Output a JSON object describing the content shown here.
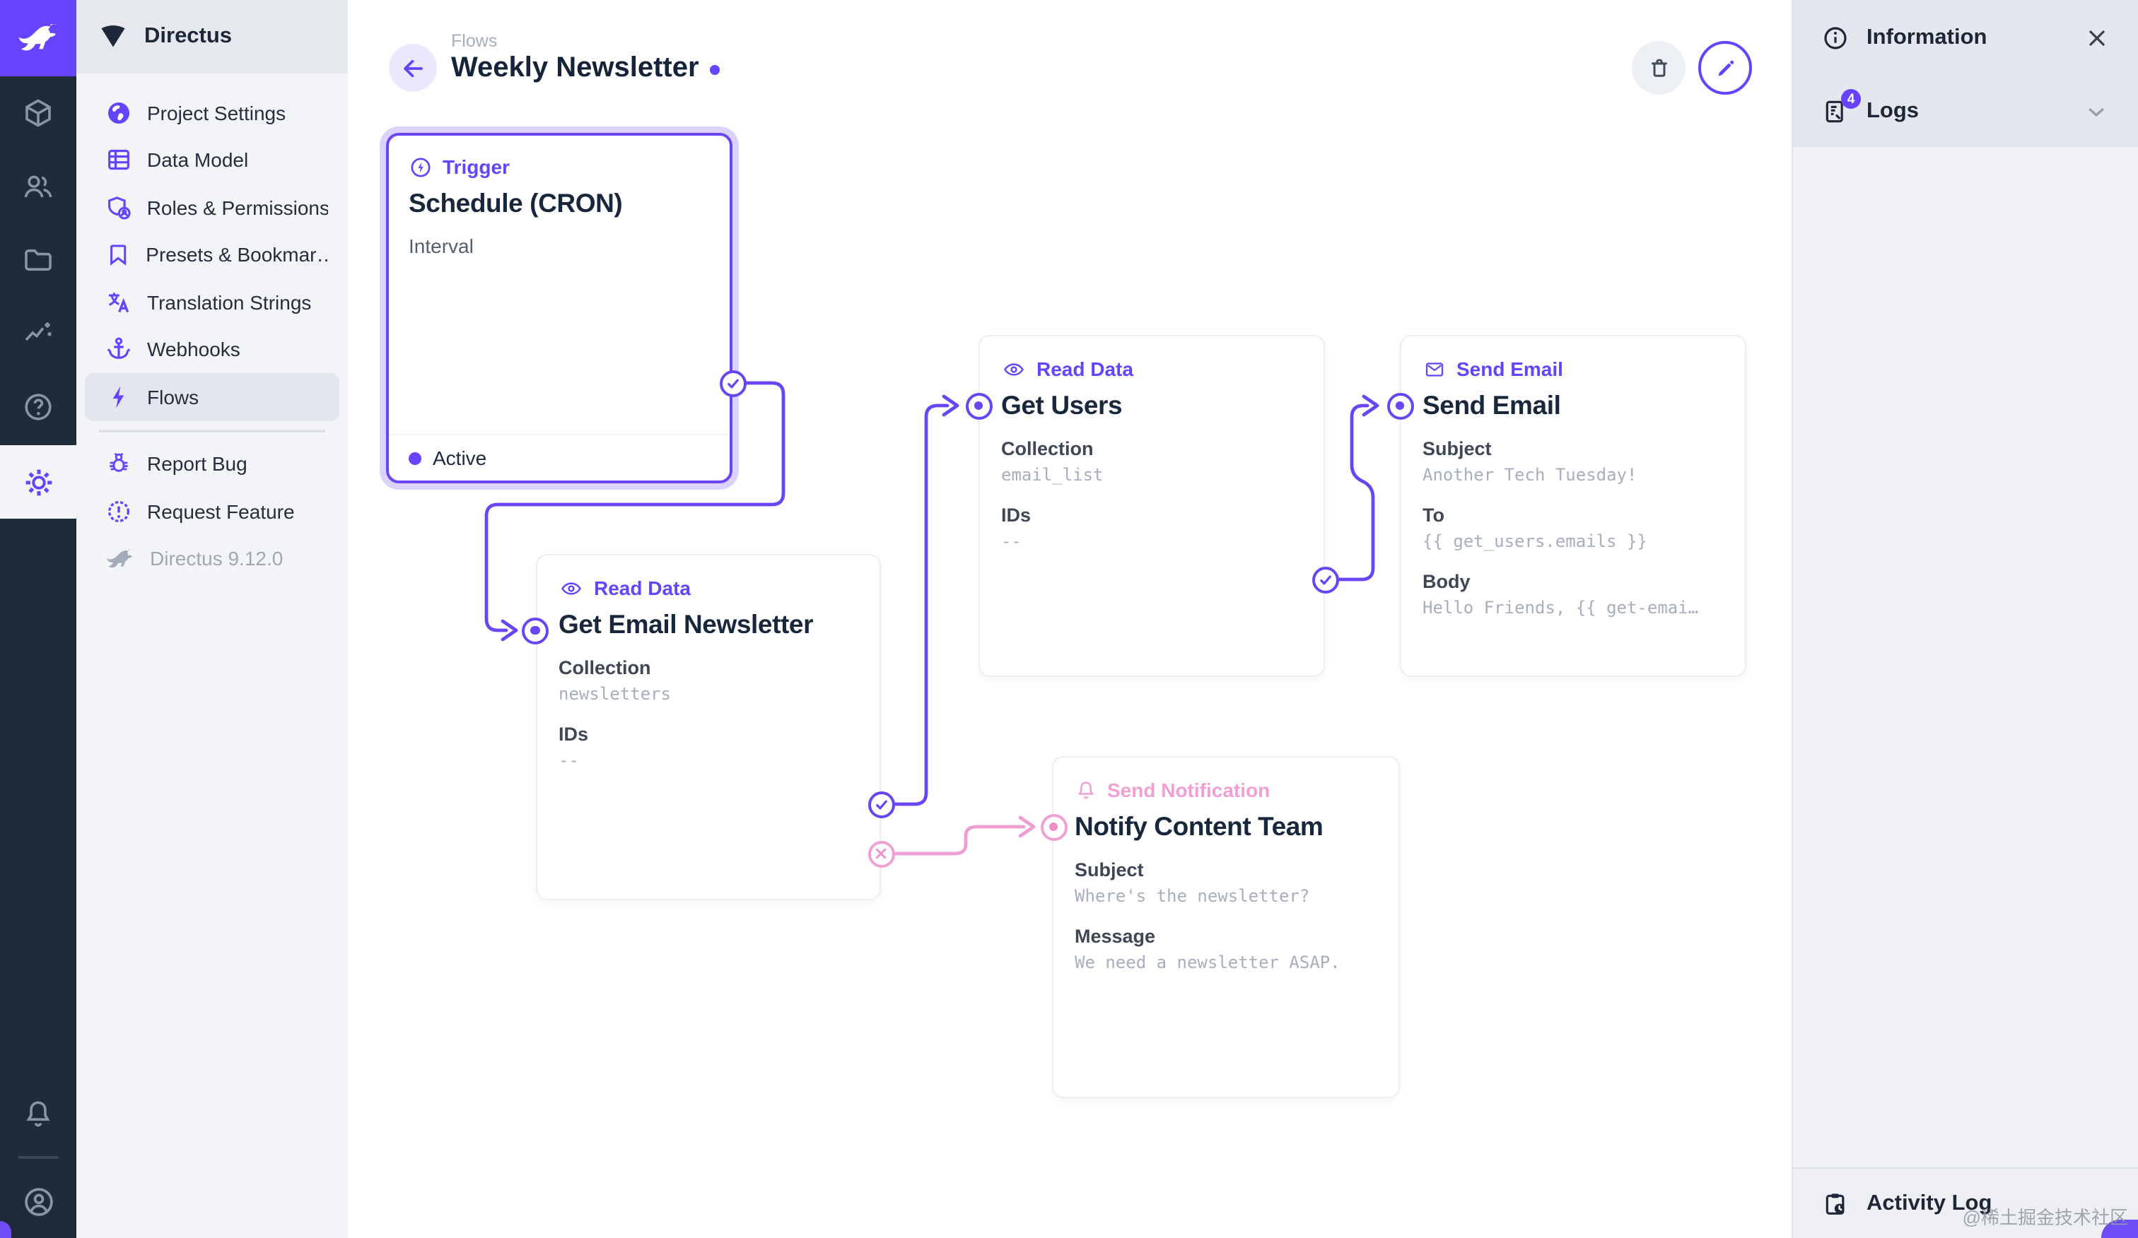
{
  "app": {
    "brand_color": "#6644ff",
    "pink_color": "#f0a0d2",
    "navy_color": "#19273c"
  },
  "module_bar": {
    "icons": [
      "directus-logo",
      "collections",
      "user-directory",
      "file-library",
      "insights",
      "help",
      "settings",
      "notifications",
      "user-avatar"
    ]
  },
  "nav": {
    "project_name": "Directus",
    "items": [
      {
        "icon": "globe",
        "label": "Project Settings"
      },
      {
        "icon": "data-model",
        "label": "Data Model"
      },
      {
        "icon": "shield-user",
        "label": "Roles & Permissions"
      },
      {
        "icon": "bookmark",
        "label": "Presets & Bookmar…"
      },
      {
        "icon": "translate",
        "label": "Translation Strings"
      },
      {
        "icon": "anchor",
        "label": "Webhooks"
      },
      {
        "icon": "bolt",
        "label": "Flows"
      }
    ],
    "footer_items": [
      {
        "icon": "bug",
        "label": "Report Bug"
      },
      {
        "icon": "seal-exclamation",
        "label": "Request Feature"
      }
    ],
    "version": "Directus 9.12.0"
  },
  "header": {
    "breadcrumb": "Flows",
    "title": "Weekly Newsletter"
  },
  "flow": {
    "nodes": [
      {
        "panel": "Trigger",
        "title": "Schedule (CRON)",
        "subtitle": "Interval",
        "status": "Active"
      },
      {
        "panel": "Read Data",
        "title": "Get Email Newsletter",
        "fields": [
          {
            "label": "Collection",
            "value": "newsletters"
          },
          {
            "label": "IDs",
            "value": "--"
          }
        ]
      },
      {
        "panel": "Read Data",
        "title": "Get Users",
        "fields": [
          {
            "label": "Collection",
            "value": "email_list"
          },
          {
            "label": "IDs",
            "value": "--"
          }
        ]
      },
      {
        "panel": "Send Email",
        "title": "Send Email",
        "fields": [
          {
            "label": "Subject",
            "value": "Another Tech Tuesday!"
          },
          {
            "label": "To",
            "value": "{{ get_users.emails }}"
          },
          {
            "label": "Body",
            "value": "Hello Friends, {{ get-emai…"
          }
        ]
      },
      {
        "panel": "Send Notification",
        "title": "Notify Content Team",
        "fields": [
          {
            "label": "Subject",
            "value": "Where's the newsletter?"
          },
          {
            "label": "Message",
            "value": "We need a newsletter ASAP."
          }
        ]
      }
    ]
  },
  "sidebar": {
    "information": "Information",
    "logs": "Logs",
    "logs_badge": "4",
    "activity_log": "Activity Log"
  },
  "watermark": "@稀土掘金技术社区"
}
